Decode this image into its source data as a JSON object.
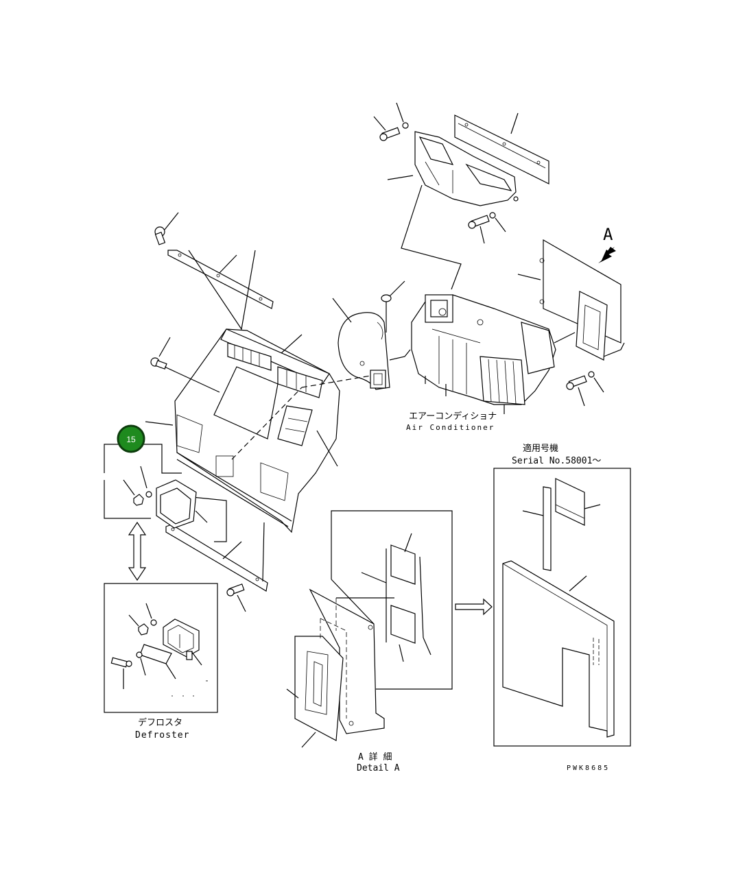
{
  "callout": {
    "number": "15",
    "color": "#1e8a1e"
  },
  "view_marker": {
    "letter": "A"
  },
  "labels": {
    "air_conditioner_jp": "エアーコンディショナ",
    "air_conditioner_en": "Air Conditioner",
    "defroster_jp": "デフロスタ",
    "defroster_en": "Defroster",
    "detail_a_jp": "A 詳 細",
    "detail_a_en": "Detail A",
    "serial_jp": "適用号機",
    "serial_en": "Serial No.58001～",
    "drawing_code": "PWK8685"
  },
  "icons": {
    "arrow_view": "view-arrow-icon",
    "double_arrow": "double-arrow-icon",
    "right_arrow": "hollow-right-arrow-icon"
  }
}
